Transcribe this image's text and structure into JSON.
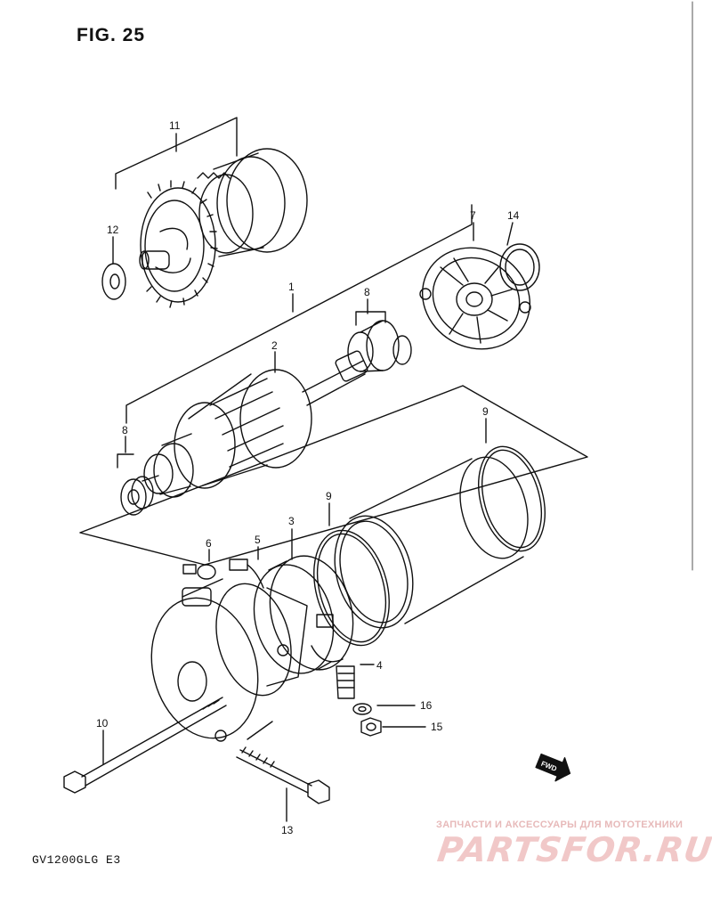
{
  "figure": {
    "title": "FIG. 25"
  },
  "model": {
    "code": "GV1200GLG  E3"
  },
  "fwd_label": "FWD",
  "callouts": {
    "c1": "1",
    "c2": "2",
    "c3": "3",
    "c4": "4",
    "c5": "5",
    "c6": "6",
    "c7": "7",
    "c8a": "8",
    "c8b": "8",
    "c9a": "9",
    "c9b": "9",
    "c10": "10",
    "c11": "11",
    "c12": "12",
    "c13": "13",
    "c14": "14",
    "c15": "15",
    "c16": "16"
  },
  "watermark": {
    "caption": "ЗАПЧАСТИ И АКСЕССУАРЫ ДЛЯ МОТОТЕХНИКИ",
    "logo": "PARTSFOR.RU"
  }
}
